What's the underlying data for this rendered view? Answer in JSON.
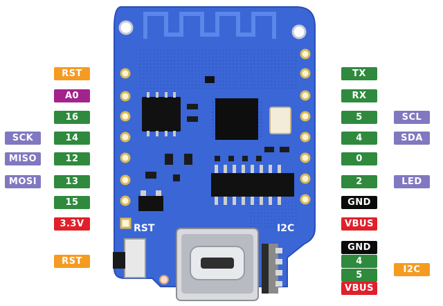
{
  "board": {
    "silk_rst": "RST",
    "silk_i2c": "I2C"
  },
  "left_pins": [
    {
      "label": "RST",
      "color": "#f59b22"
    },
    {
      "label": "A0",
      "color": "#a3238d"
    },
    {
      "label": "16",
      "color": "#2f8a3e"
    },
    {
      "label": "14",
      "color": "#2f8a3e"
    },
    {
      "label": "12",
      "color": "#2f8a3e"
    },
    {
      "label": "13",
      "color": "#2f8a3e"
    },
    {
      "label": "15",
      "color": "#2f8a3e"
    },
    {
      "label": "3.3V",
      "color": "#e0202a"
    }
  ],
  "left_functions": [
    {
      "label": "SCK",
      "color": "#8078c0"
    },
    {
      "label": "MISO",
      "color": "#8078c0"
    },
    {
      "label": "MOSI",
      "color": "#8078c0"
    }
  ],
  "right_pins": [
    {
      "label": "TX",
      "color": "#2f8a3e"
    },
    {
      "label": "RX",
      "color": "#2f8a3e"
    },
    {
      "label": "5",
      "color": "#2f8a3e"
    },
    {
      "label": "4",
      "color": "#2f8a3e"
    },
    {
      "label": "0",
      "color": "#2f8a3e"
    },
    {
      "label": "2",
      "color": "#2f8a3e"
    },
    {
      "label": "GND",
      "color": "#0a0a0a"
    },
    {
      "label": "VBUS",
      "color": "#e0202a"
    }
  ],
  "right_functions": [
    {
      "label": "SCL",
      "color": "#8078c0"
    },
    {
      "label": "SDA",
      "color": "#8078c0"
    },
    {
      "label": "LED",
      "color": "#8078c0"
    }
  ],
  "reset_button": {
    "label": "RST",
    "color": "#f59b22"
  },
  "i2c_connector": {
    "pins": [
      {
        "label": "GND",
        "color": "#0a0a0a"
      },
      {
        "label": "4",
        "color": "#2f8a3e"
      },
      {
        "label": "5",
        "color": "#2f8a3e"
      },
      {
        "label": "VBUS",
        "color": "#e0202a"
      }
    ],
    "function": {
      "label": "I2C",
      "color": "#f59b22"
    }
  }
}
